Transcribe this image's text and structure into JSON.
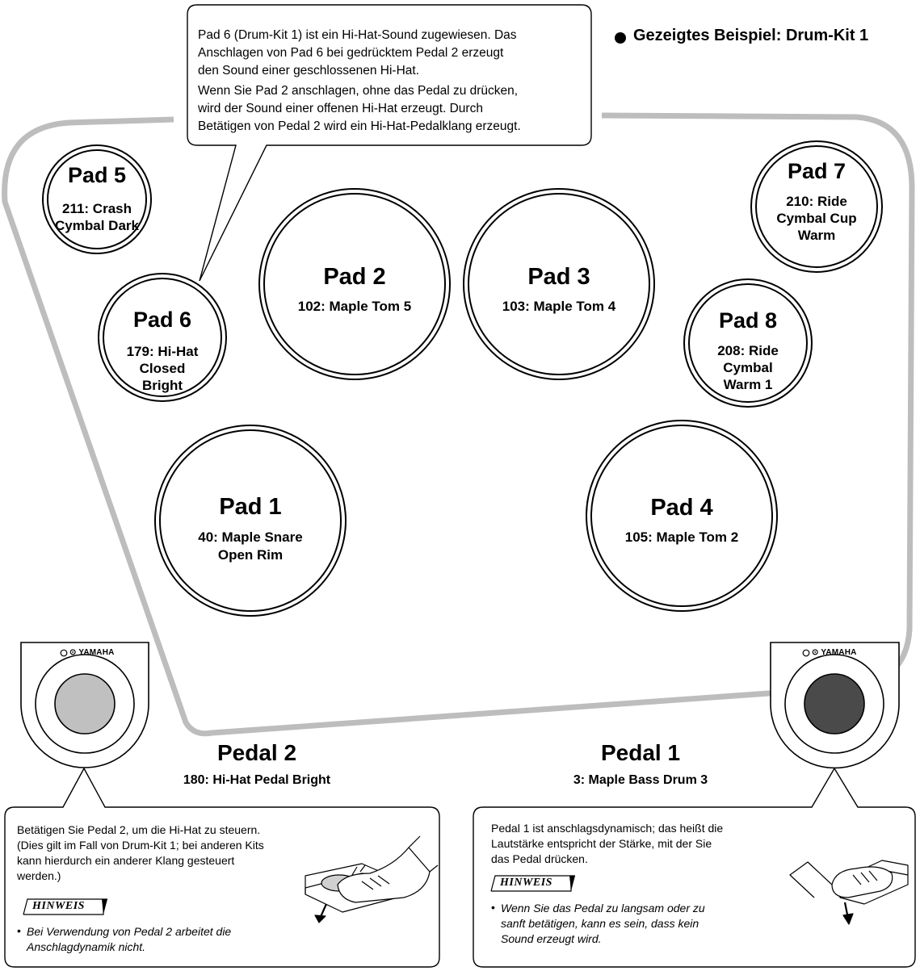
{
  "example_label": "Gezeigtes Beispiel: Drum-Kit 1",
  "top_callout": {
    "lines": [
      "Pad 6 (Drum-Kit 1) ist ein Hi-Hat-Sound zugewiesen. Das",
      "Anschlagen von Pad 6 bei gedrücktem Pedal 2 erzeugt",
      "den Sound einer geschlossenen Hi-Hat.",
      "Wenn Sie Pad 2 anschlagen, ohne das Pedal zu drücken,",
      "wird der Sound einer offenen Hi-Hat erzeugt. Durch",
      "Betätigen von Pedal 2 wird ein Hi-Hat-Pedalklang erzeugt."
    ]
  },
  "pads": {
    "pad5": {
      "title": "Pad 5",
      "sound": [
        "211: Crash",
        "Cymbal Dark"
      ]
    },
    "pad6": {
      "title": "Pad 6",
      "sound": [
        "179: Hi-Hat",
        "Closed",
        "Bright"
      ]
    },
    "pad2": {
      "title": "Pad 2",
      "sound": [
        "102: Maple Tom 5"
      ]
    },
    "pad3": {
      "title": "Pad 3",
      "sound": [
        "103: Maple Tom 4"
      ]
    },
    "pad7": {
      "title": "Pad 7",
      "sound": [
        "210: Ride",
        "Cymbal Cup",
        "Warm"
      ]
    },
    "pad8": {
      "title": "Pad 8",
      "sound": [
        "208: Ride",
        "Cymbal",
        "Warm 1"
      ]
    },
    "pad1": {
      "title": "Pad 1",
      "sound": [
        "40: Maple Snare",
        "Open Rim"
      ]
    },
    "pad4": {
      "title": "Pad 4",
      "sound": [
        "105: Maple Tom 2"
      ]
    }
  },
  "pedal2": {
    "brand": "YAMAHA",
    "title": "Pedal 2",
    "sound": "180: Hi-Hat Pedal Bright",
    "box_lines": [
      "Betätigen Sie Pedal 2, um die Hi-Hat zu steuern.",
      "(Dies gilt im Fall von Drum-Kit 1; bei anderen Kits",
      "kann hierdurch ein anderer Klang gesteuert",
      "werden.)"
    ],
    "hinweis": "HINWEIS",
    "note_lines": [
      "Bei Verwendung von Pedal 2 arbeitet die",
      "Anschlagdynamik nicht."
    ],
    "color": "#c0c0c0"
  },
  "pedal1": {
    "brand": "YAMAHA",
    "title": "Pedal 1",
    "sound": "3: Maple Bass Drum 3",
    "box_lines": [
      "Pedal 1 ist anschlagsdynamisch; das heißt die",
      "Lautstärke entspricht der Stärke, mit der Sie",
      "das Pedal drücken."
    ],
    "hinweis": "HINWEIS",
    "note_lines": [
      "Wenn Sie das Pedal zu langsam oder zu",
      "sanft betätigen, kann es sein, dass kein",
      "Sound erzeugt wird."
    ],
    "color": "#4a4a4a"
  },
  "colors": {
    "outline": "#bdbdbd",
    "stroke": "#000000"
  }
}
